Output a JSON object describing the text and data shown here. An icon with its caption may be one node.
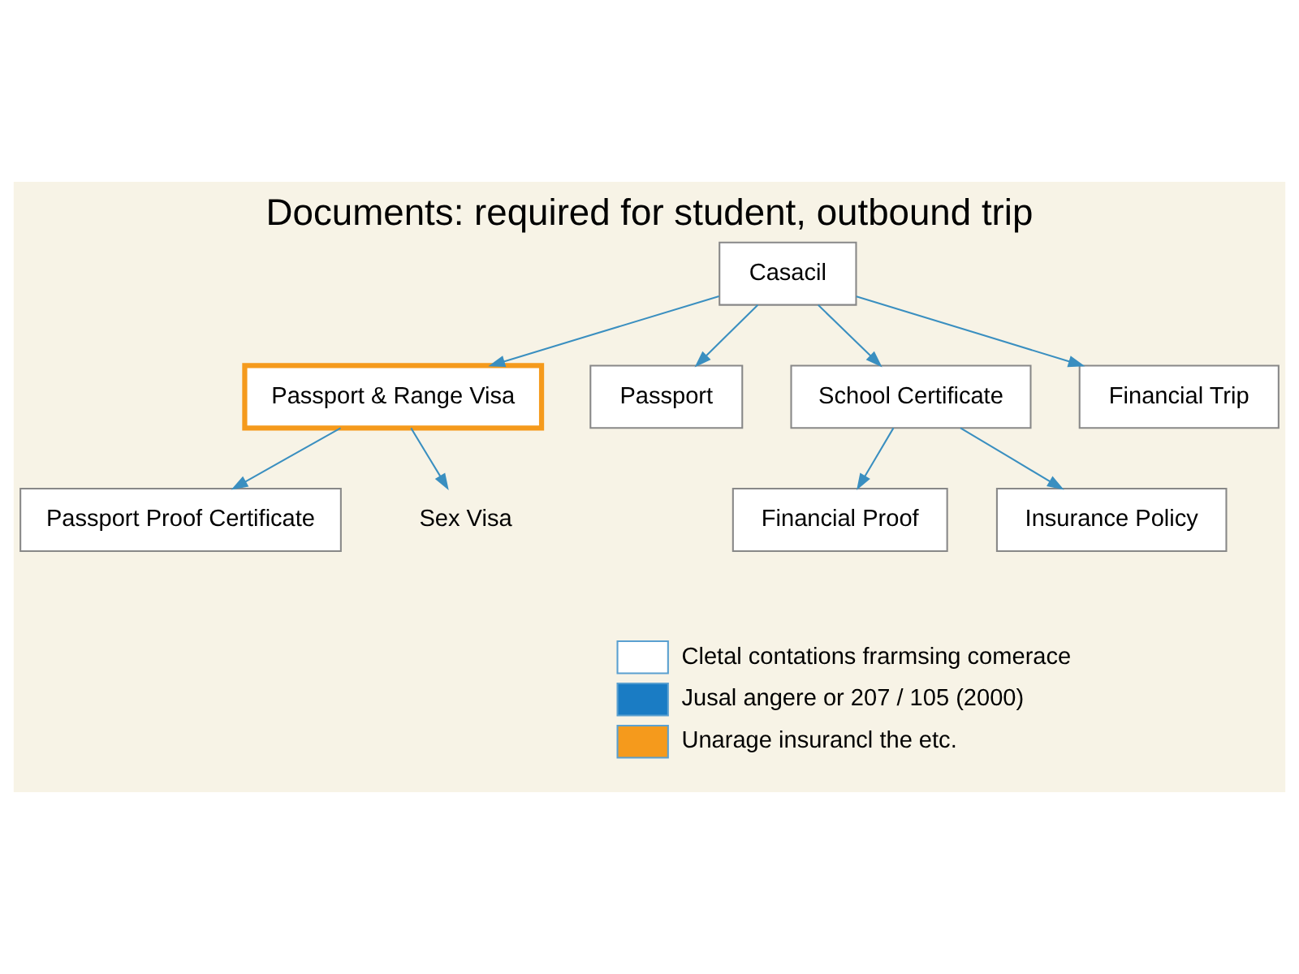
{
  "diagram": {
    "title": "Documents: required for student, outbound trip",
    "nodes": [
      {
        "text": [
          "Casacil"
        ]
      },
      {
        "text": [
          "Passport & Range Visa"
        ]
      },
      {
        "text": [
          "Passport"
        ]
      },
      {
        "text": [
          "School Certificate"
        ]
      },
      {
        "text": [
          "Financial Trip"
        ]
      },
      {
        "text": [
          "Passport Proof Certificate"
        ]
      },
      {
        "text": [
          "Sex Visa"
        ]
      },
      {
        "text": [
          "Financial Proof"
        ]
      },
      {
        "text": [
          "Insurance Policy"
        ]
      }
    ],
    "edges": [
      {
        "from": 0,
        "to": 1,
        "arrow": "to"
      },
      {
        "from": 0,
        "to": 2,
        "arrow": "to"
      },
      {
        "from": 0,
        "to": 3,
        "arrow": "to"
      },
      {
        "from": 0,
        "to": 4,
        "arrow": "to"
      },
      {
        "from": 1,
        "to": 5,
        "arrow": "to"
      },
      {
        "from": 1,
        "to": 6,
        "arrow": "to"
      },
      {
        "from": 3,
        "to": 7,
        "arrow": "to"
      },
      {
        "from": 3,
        "to": 8,
        "arrow": "to"
      }
    ],
    "legend": [
      {
        "text": "Cletal contations frarmsing comerace",
        "color": "#ffffff"
      },
      {
        "text": "Jusal angere or 207 / 105 (2000)",
        "color": "#1a7cc4"
      },
      {
        "text": "Unarage insurancl the etc.",
        "color": "#f59a1c"
      }
    ]
  }
}
